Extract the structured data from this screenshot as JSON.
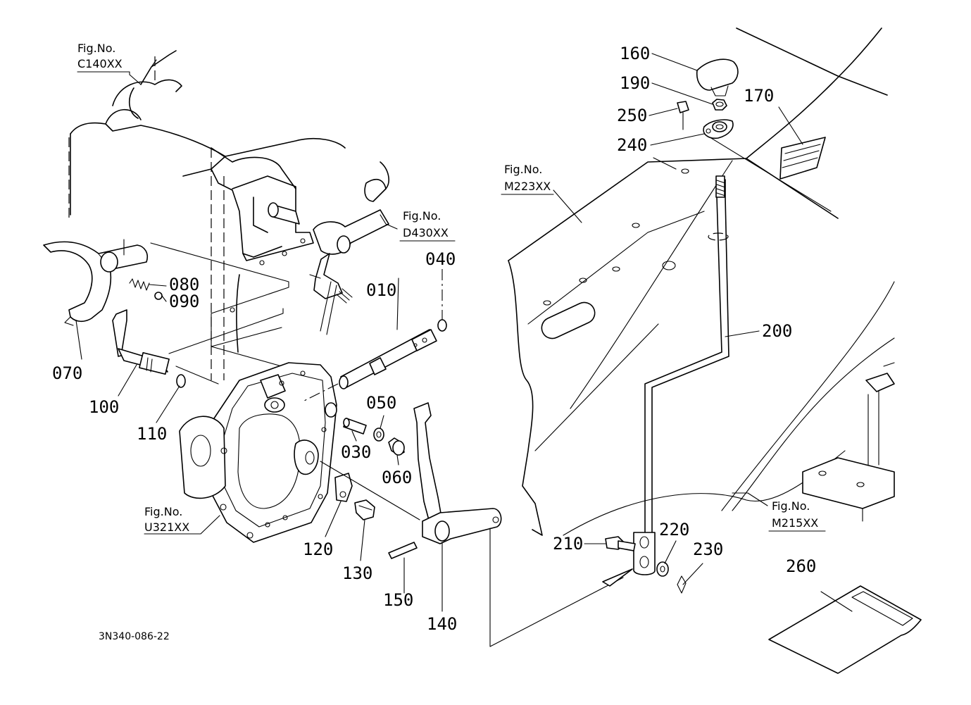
{
  "drawing_code": "3N340-086-22",
  "fig_refs": [
    {
      "label": "Fig.No.",
      "code": "C140XX"
    },
    {
      "label": "Fig.No.",
      "code": "D430XX"
    },
    {
      "label": "Fig.No.",
      "code": "M223XX"
    },
    {
      "label": "Fig.No.",
      "code": "U321XX"
    },
    {
      "label": "Fig.No.",
      "code": "M215XX"
    }
  ],
  "parts": [
    "010",
    "030",
    "040",
    "050",
    "060",
    "070",
    "080",
    "090",
    "100",
    "110",
    "120",
    "130",
    "140",
    "150",
    "160",
    "170",
    "190",
    "200",
    "210",
    "220",
    "230",
    "240",
    "250",
    "260"
  ]
}
